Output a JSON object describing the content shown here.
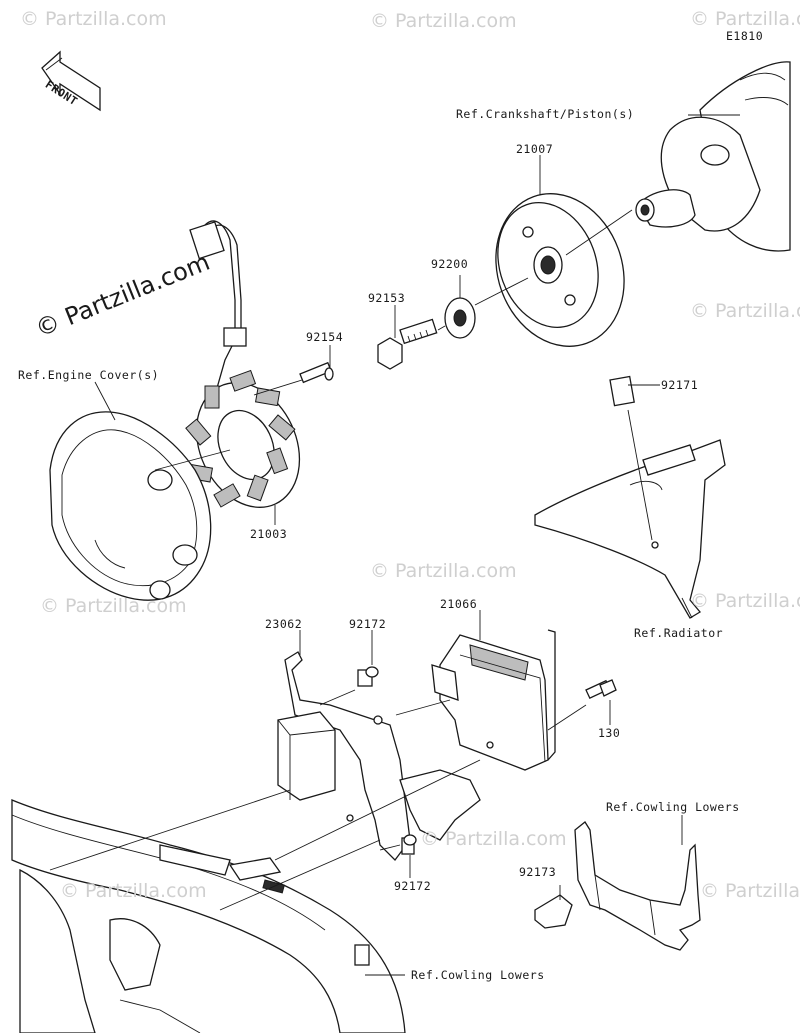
{
  "diagram": {
    "code": "E1810",
    "front_label": "FRONT",
    "watermark": "© Partzilla.com",
    "watermark_small": "© Partzilla.com",
    "references": {
      "crankshaft": "Ref.Crankshaft/Piston(s)",
      "engine_cover": "Ref.Engine Cover(s)",
      "radiator": "Ref.Radiator",
      "cowling_lowers_right": "Ref.Cowling Lowers",
      "cowling_lowers_bottom": "Ref.Cowling Lowers"
    },
    "parts": {
      "p21007": "21007",
      "p92200": "92200",
      "p92153": "92153",
      "p92154": "92154",
      "p21003": "21003",
      "p92171": "92171",
      "p23062": "23062",
      "p92172a": "92172",
      "p21066": "21066",
      "p130": "130",
      "p92172b": "92172",
      "p92173": "92173"
    }
  }
}
